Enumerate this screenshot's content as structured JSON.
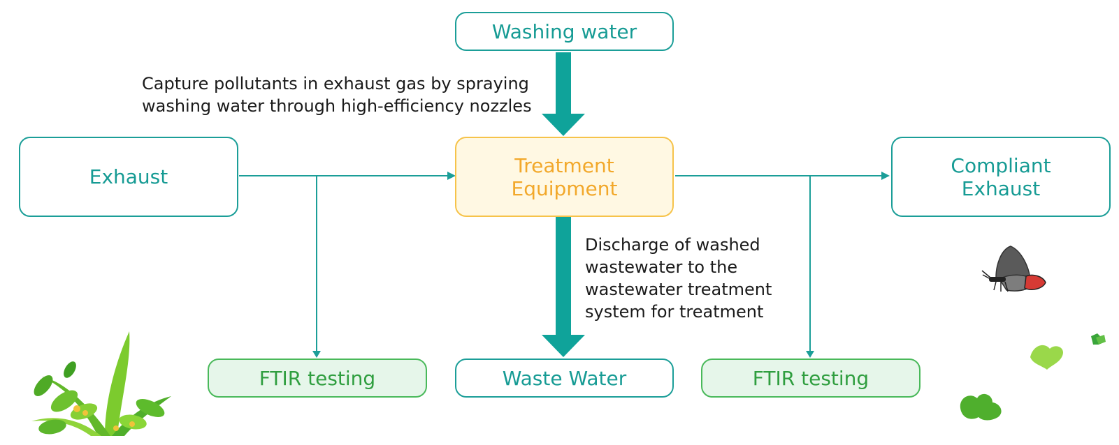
{
  "nodes": {
    "washing_water": "Washing water",
    "exhaust": "Exhaust",
    "treatment_line1": "Treatment",
    "treatment_line2": "Equipment",
    "compliant_line1": "Compliant",
    "compliant_line2": "Exhaust",
    "ftir_left": "FTIR testing",
    "waste_water": "Waste Water",
    "ftir_right": "FTIR testing"
  },
  "annotations": {
    "spray_line1": "Capture pollutants in exhaust gas by spraying",
    "spray_line2": "washing water through high-efficiency nozzles",
    "discharge_line1": "Discharge of washed",
    "discharge_line2": "wastewater to the",
    "discharge_line3": "wastewater treatment",
    "discharge_line4": "system for treatment"
  },
  "colors": {
    "teal": "#1b9e98",
    "orange": "#f6c34a",
    "green": "#49b95a"
  },
  "decorations": [
    "grass-plant-icon",
    "butterfly-icon",
    "leaf-icon"
  ]
}
